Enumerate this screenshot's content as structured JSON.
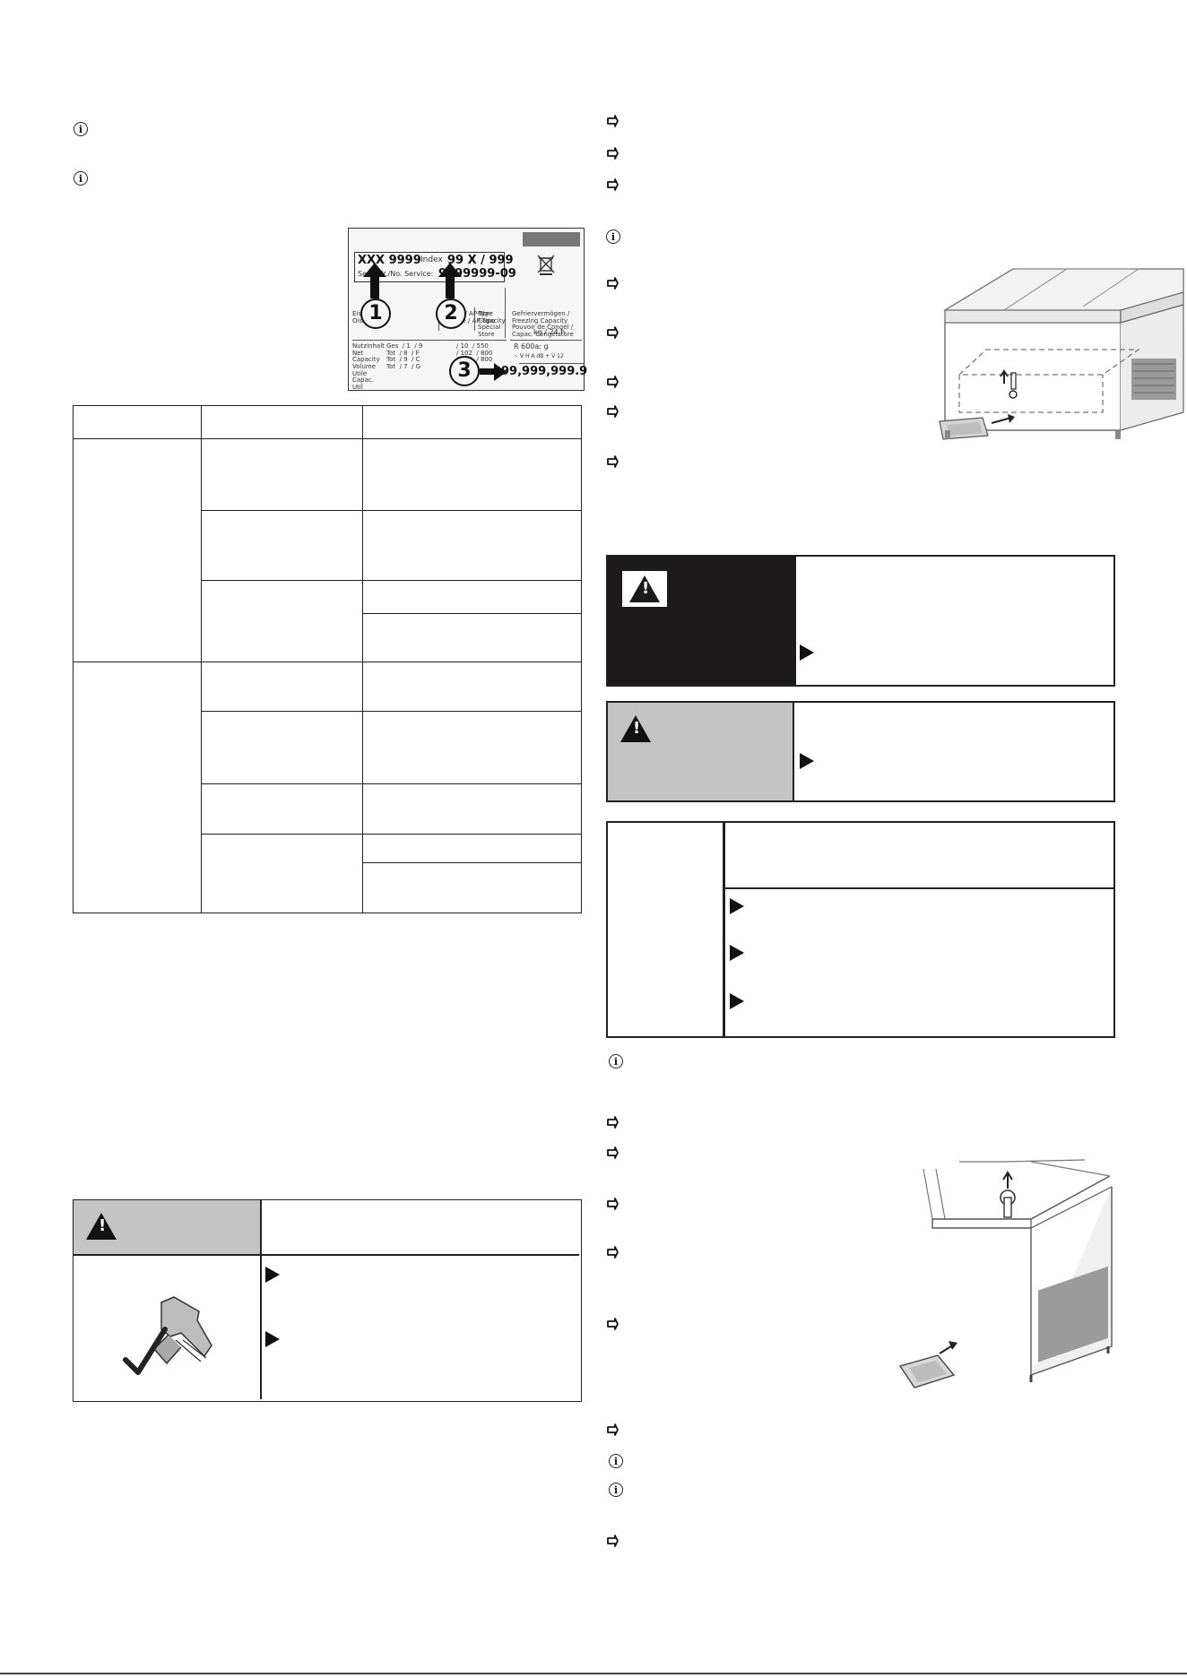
{
  "rating_plate": {
    "model": "XXX 9999",
    "index_label": "Index",
    "index_value": "99 X / 999",
    "service_label": "Serv. Nr./No. Service:",
    "service_value": "9999999-09",
    "serial_value": "99,999,999.9",
    "badge_1": "1",
    "badge_2": "2",
    "badge_3": "3",
    "ice_label": "Eis/ Ois",
    "type_label": "Ap.Typ / AP-Type AP-Type / AP-Tipo",
    "capacity_label": "Nbre Capacity Special Store",
    "freezing_label": "Gefriervermögen / Freezing Capacity Pouvoir de Congel / Capac. Congelatore",
    "freezing_unit": "kg / 24 h",
    "rows_left": "Nutzinhalt Net Capacity Volume Utile Capac. Util",
    "rows_units": "Ges  / 1  / 9\nTot  / 8  / F\nTot  / 9  / C\nTot  / 7  / G",
    "rows_right": "/ 10  / 550\n/ 102  / 800\n/ 102  / 800\n/ 5",
    "refrigerant": "R 600a: g",
    "refrigerant_sub": "~ V  H  A  dB  +  V  12"
  },
  "icons": {
    "info": "info-icon",
    "bullet": "arrow-bullet-icon",
    "warning": "warning-icon",
    "step": "triangle-step-icon",
    "recycle": "crossed-bin-icon",
    "scraper": "ice-scraper-icon"
  },
  "colors": {
    "danger_bg": "#1c1a1b",
    "caution_bg": "#c4c4c4",
    "border": "#222222"
  }
}
